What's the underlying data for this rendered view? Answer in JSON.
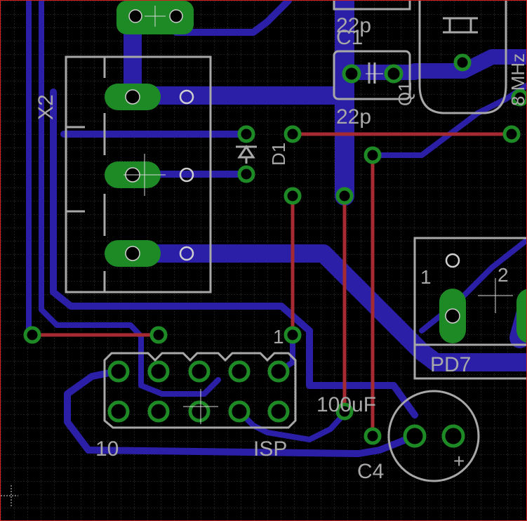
{
  "colors": {
    "background": "#000000",
    "grid": "#3a3a3a",
    "bottom_copper": "#2b1fa8",
    "top_copper": "#a62a32",
    "pad_ring": "#1e8a25",
    "pad_drill_outline": "#cfcfcf",
    "silkscreen": "#a8a8a8",
    "board_outline": "#d42020"
  },
  "labels": {
    "x2": "X2",
    "d1": "D1",
    "c1": "C1",
    "c_top_value": "22p",
    "c_mid_value": "22p",
    "crystal_freq": "8 MHz",
    "q1": "Q1",
    "pd7": "PD7",
    "pd7_pin1": "1",
    "pd7_pin2": "2",
    "isp": "ISP",
    "isp_pin10": "10",
    "isp_pin1": "1",
    "c4": "C4",
    "c4_value": "100uF",
    "c4_plus": "+"
  }
}
